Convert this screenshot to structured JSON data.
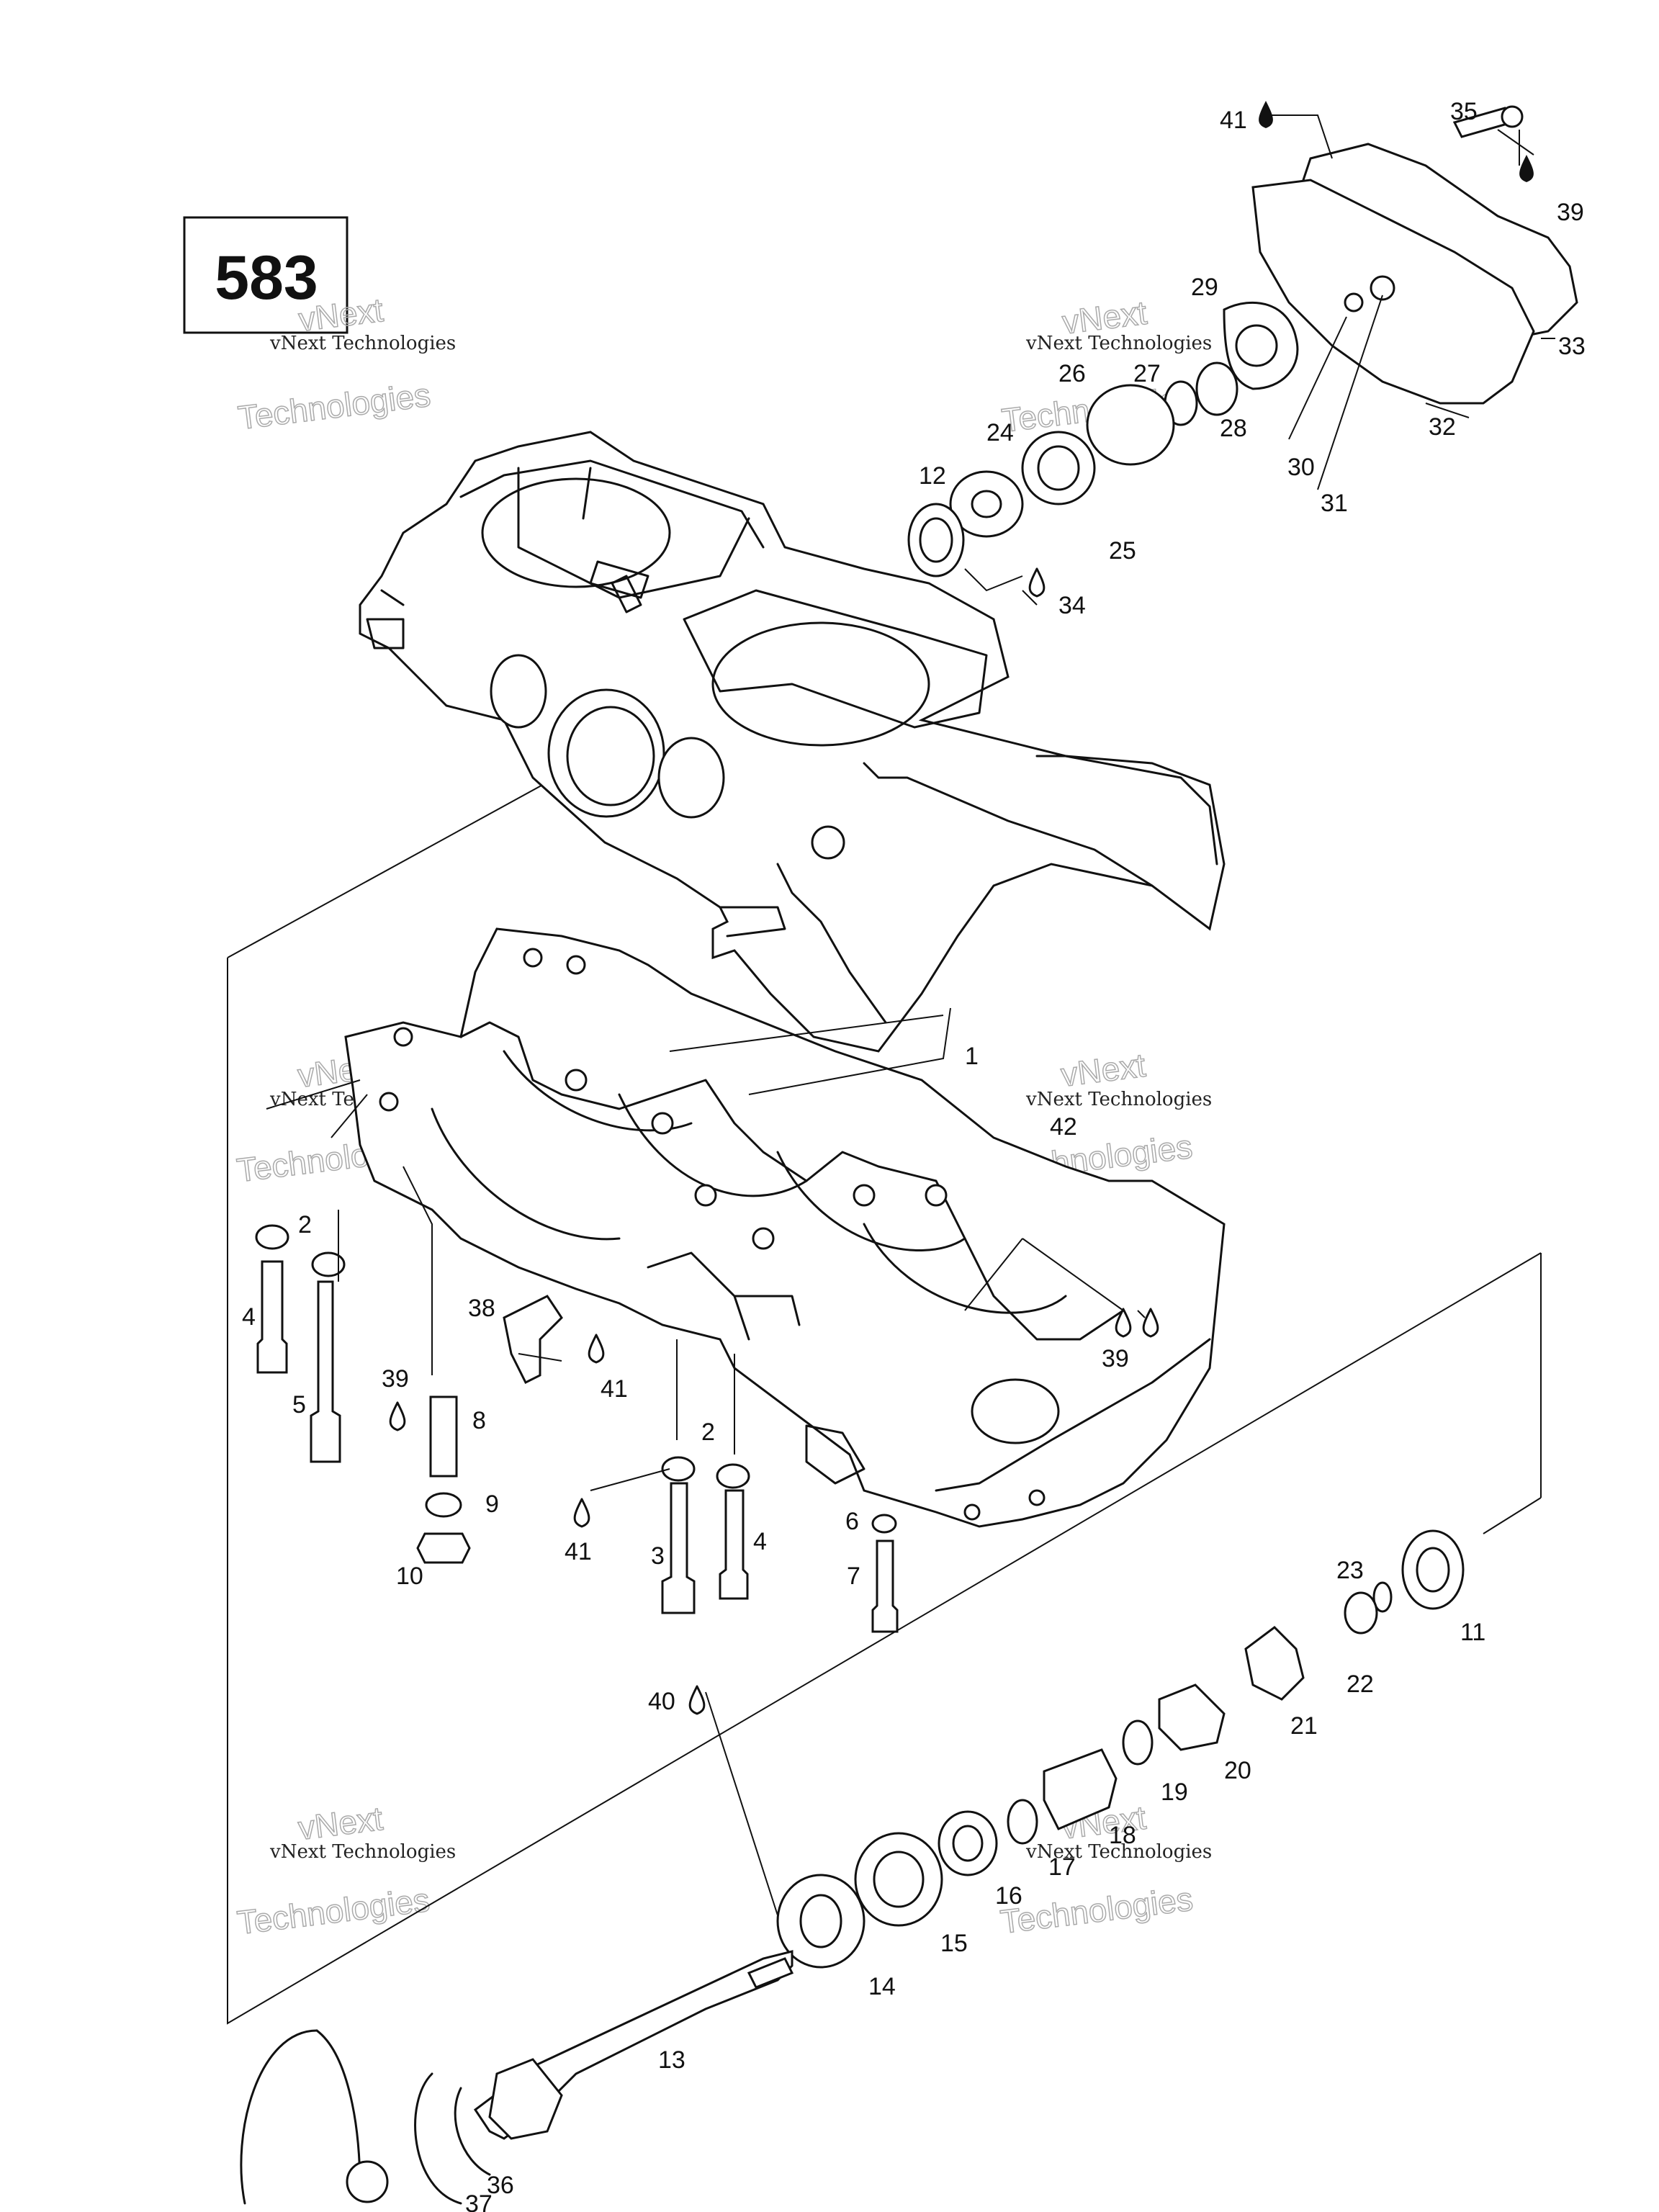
{
  "diagram_number": "583",
  "watermark": {
    "line1": "vNext",
    "line2": "Technologies",
    "small": "vNext Technologies"
  },
  "parts": [
    {
      "id": "p1",
      "label": "1"
    },
    {
      "id": "p2a",
      "label": "2"
    },
    {
      "id": "p2b",
      "label": "2"
    },
    {
      "id": "p3",
      "label": "3"
    },
    {
      "id": "p4a",
      "label": "4"
    },
    {
      "id": "p4b",
      "label": "4"
    },
    {
      "id": "p5",
      "label": "5"
    },
    {
      "id": "p6",
      "label": "6"
    },
    {
      "id": "p7",
      "label": "7"
    },
    {
      "id": "p8",
      "label": "8"
    },
    {
      "id": "p9",
      "label": "9"
    },
    {
      "id": "p10",
      "label": "10"
    },
    {
      "id": "p11",
      "label": "11"
    },
    {
      "id": "p12",
      "label": "12"
    },
    {
      "id": "p13",
      "label": "13"
    },
    {
      "id": "p14",
      "label": "14"
    },
    {
      "id": "p15",
      "label": "15"
    },
    {
      "id": "p16",
      "label": "16"
    },
    {
      "id": "p17",
      "label": "17"
    },
    {
      "id": "p18",
      "label": "18"
    },
    {
      "id": "p19",
      "label": "19"
    },
    {
      "id": "p20",
      "label": "20"
    },
    {
      "id": "p21",
      "label": "21"
    },
    {
      "id": "p22",
      "label": "22"
    },
    {
      "id": "p23",
      "label": "23"
    },
    {
      "id": "p24",
      "label": "24"
    },
    {
      "id": "p25",
      "label": "25"
    },
    {
      "id": "p26",
      "label": "26"
    },
    {
      "id": "p27",
      "label": "27"
    },
    {
      "id": "p28",
      "label": "28"
    },
    {
      "id": "p29",
      "label": "29"
    },
    {
      "id": "p30",
      "label": "30"
    },
    {
      "id": "p31",
      "label": "31"
    },
    {
      "id": "p32",
      "label": "32"
    },
    {
      "id": "p33",
      "label": "33"
    },
    {
      "id": "p34",
      "label": "34"
    },
    {
      "id": "p35",
      "label": "35"
    },
    {
      "id": "p36",
      "label": "36"
    },
    {
      "id": "p37",
      "label": "37"
    },
    {
      "id": "p38",
      "label": "38"
    },
    {
      "id": "p39a",
      "label": "39"
    },
    {
      "id": "p39b",
      "label": "39"
    },
    {
      "id": "p39c",
      "label": "39"
    },
    {
      "id": "p40",
      "label": "40"
    },
    {
      "id": "p41a",
      "label": "41"
    },
    {
      "id": "p41b",
      "label": "41"
    },
    {
      "id": "p41c",
      "label": "41"
    },
    {
      "id": "p42",
      "label": "42"
    }
  ]
}
